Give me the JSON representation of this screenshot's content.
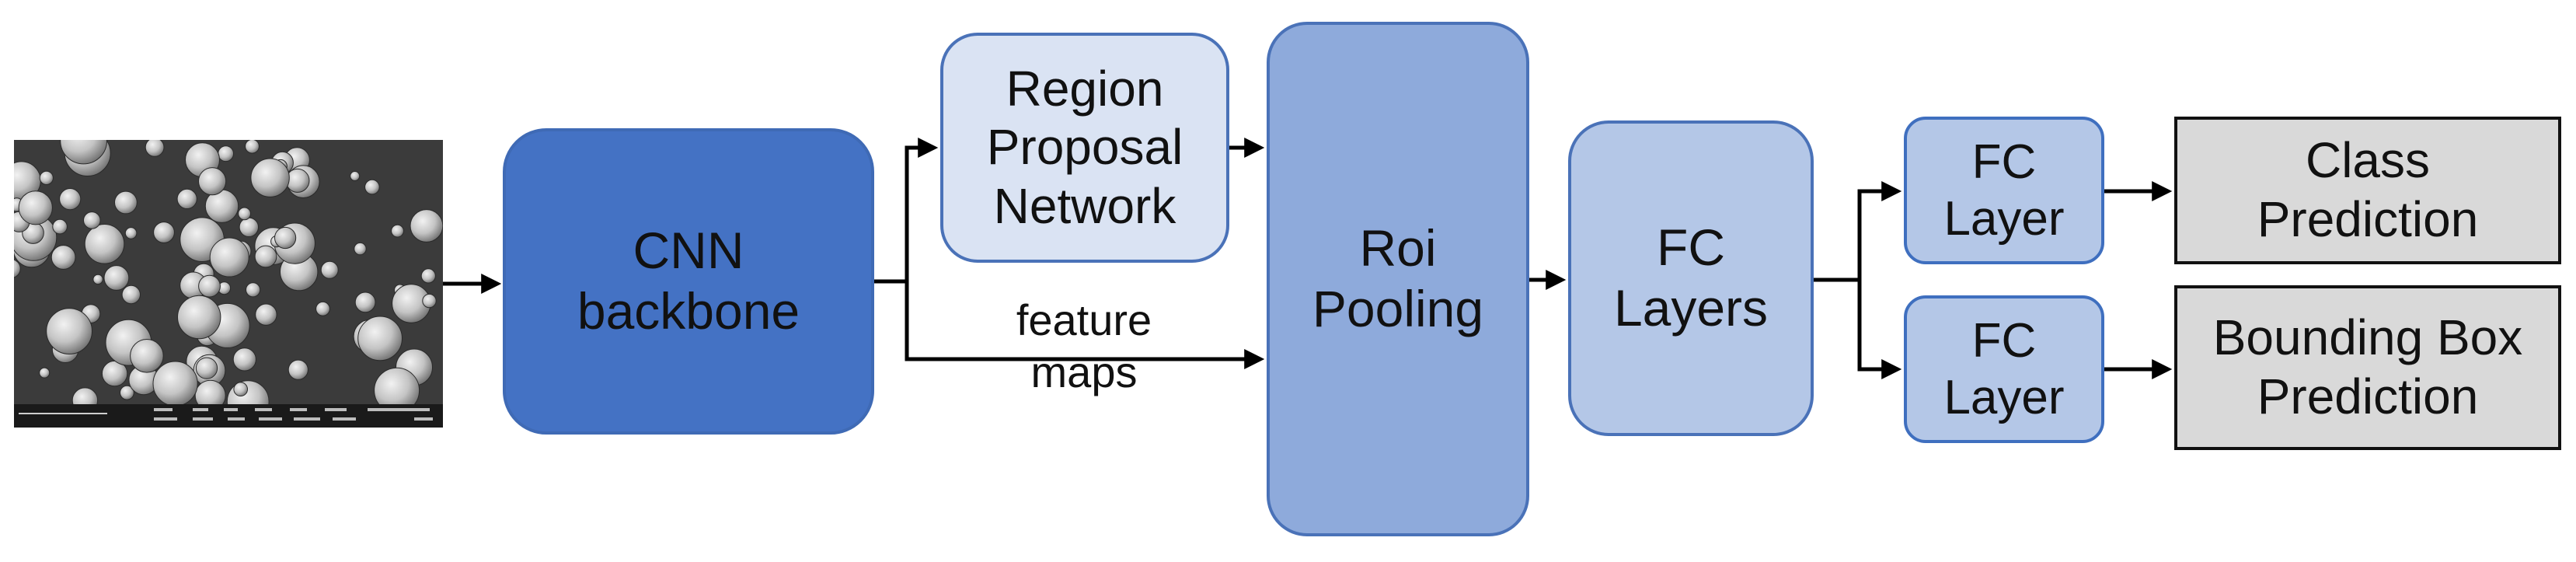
{
  "diagram": {
    "input_image": {
      "description_icon": "particle-micrograph-image"
    },
    "cnn_backbone": {
      "line1": "CNN",
      "line2": "backbone"
    },
    "rpn": {
      "line1": "Region",
      "line2": "Proposal",
      "line3": "Network"
    },
    "feature_maps": {
      "line1": "feature",
      "line2": "maps"
    },
    "roi_pooling": {
      "line1": "Roi",
      "line2": "Pooling"
    },
    "fc_layers": {
      "line1": "FC",
      "line2": "Layers"
    },
    "fc_layer_top": {
      "line1": "FC",
      "line2": "Layer"
    },
    "fc_layer_bottom": {
      "line1": "FC",
      "line2": "Layer"
    },
    "class_prediction": {
      "line1": "Class",
      "line2": "Prediction"
    },
    "bbox_prediction": {
      "line1": "Bounding Box",
      "line2": "Prediction"
    }
  },
  "colors": {
    "cnn_fill": "#4472c4",
    "rpn_fill": "#dae3f3",
    "roi_fill": "#8eaadb",
    "fc_fill": "#b4c7e7",
    "output_fill": "#d9d9d9",
    "arrow": "#000000"
  }
}
